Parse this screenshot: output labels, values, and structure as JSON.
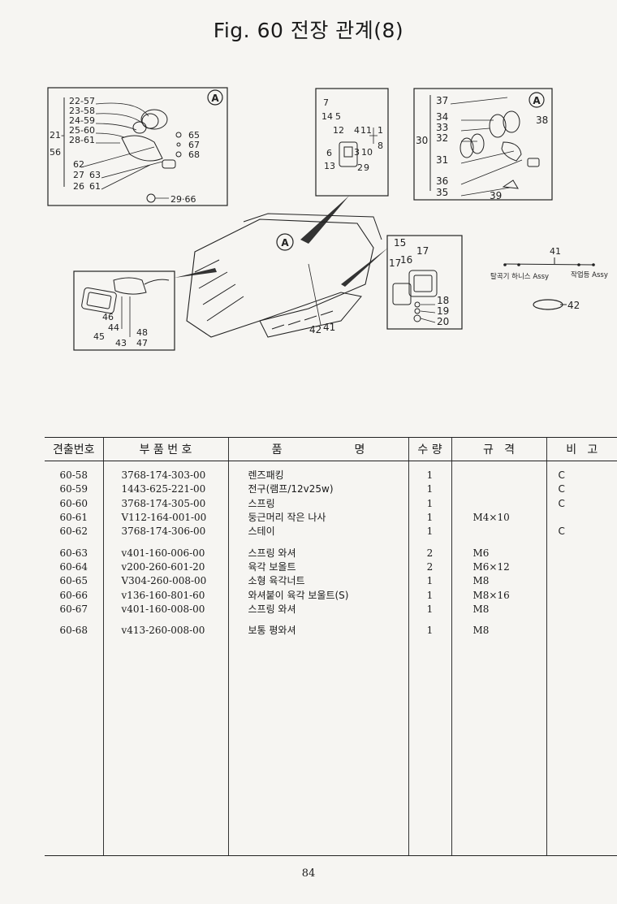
{
  "page": {
    "title": "Fig. 60  전장 관계(8)",
    "page_number": "84"
  },
  "diagram": {
    "marker": "A",
    "box_a_left": {
      "labels": [
        "22-57",
        "23-58",
        "24-59",
        "25-60",
        "28-61",
        "21-",
        "56",
        "62",
        "27",
        "63",
        "26",
        "61",
        "65",
        "67",
        "68",
        "29·66"
      ]
    },
    "box_top_center": {
      "labels": [
        "7",
        "14",
        "5",
        "12",
        "4",
        "11",
        "1",
        "8",
        "6",
        "3",
        "10",
        "13",
        "2",
        "9"
      ]
    },
    "box_a_right": {
      "labels": [
        "37",
        "34",
        "33",
        "32",
        "30",
        "31",
        "36",
        "35",
        "38",
        "39"
      ]
    },
    "box_bottom_left": {
      "labels": [
        "46",
        "44",
        "45",
        "48",
        "43",
        "47"
      ]
    },
    "box_bottom_right": {
      "labels": [
        "15",
        "16",
        "17",
        "17",
        "18",
        "19",
        "20"
      ]
    },
    "machine_labels": [
      "42",
      "41"
    ],
    "harness": {
      "number": "41",
      "left_caption": "탈곡기 하니스 Assy",
      "right_caption": "작업등 Assy"
    },
    "band": {
      "number": "42"
    }
  },
  "table": {
    "headers": [
      "견출번호",
      "부 품 번 호",
      "품                    명",
      "수 량",
      "규   격",
      "비   고"
    ],
    "rows": [
      {
        "key": "60-58",
        "part": "3768-174-303-00",
        "name": "렌즈패킹",
        "qty": "1",
        "spec": "",
        "note": "C"
      },
      {
        "key": "60-59",
        "part": "1443-625-221-00",
        "name": "전구(램프/12v25w)",
        "qty": "1",
        "spec": "",
        "note": "C"
      },
      {
        "key": "60-60",
        "part": "3768-174-305-00",
        "name": "스프링",
        "qty": "1",
        "spec": "",
        "note": "C"
      },
      {
        "key": "60-61",
        "part": "V112-164-001-00",
        "name": "둥근머리 작은 나사",
        "qty": "1",
        "spec": "M4×10",
        "note": ""
      },
      {
        "key": "60-62",
        "part": "3768-174-306-00",
        "name": "스테이",
        "qty": "1",
        "spec": "",
        "note": "C"
      },
      {
        "key": "60-63",
        "part": "v401-160-006-00",
        "name": "스프링 와셔",
        "qty": "2",
        "spec": "M6",
        "note": ""
      },
      {
        "key": "60-64",
        "part": "v200-260-601-20",
        "name": "육각 보올트",
        "qty": "2",
        "spec": "M6×12",
        "note": ""
      },
      {
        "key": "60-65",
        "part": "V304-260-008-00",
        "name": "소형 육각너트",
        "qty": "1",
        "spec": "M8",
        "note": ""
      },
      {
        "key": "60-66",
        "part": "v136-160-801-60",
        "name": "와셔붙이 육각 보울트(S)",
        "qty": "1",
        "spec": "M8×16",
        "note": ""
      },
      {
        "key": "60-67",
        "part": "v401-160-008-00",
        "name": "스프링 와셔",
        "qty": "1",
        "spec": "M8",
        "note": ""
      },
      {
        "key": "60-68",
        "part": "v413-260-008-00",
        "name": "보통 평와셔",
        "qty": "1",
        "spec": "M8",
        "note": ""
      }
    ]
  }
}
